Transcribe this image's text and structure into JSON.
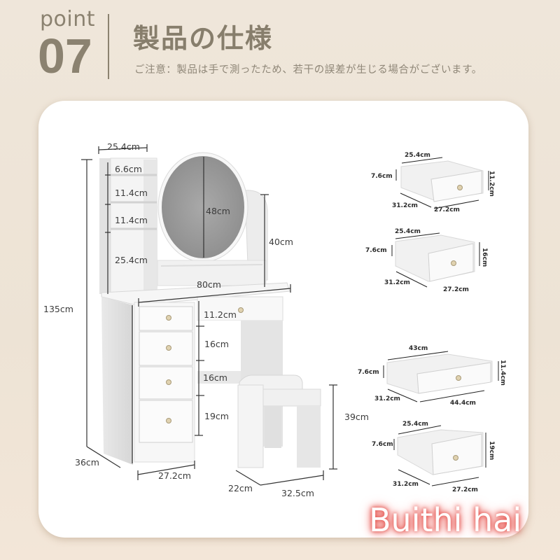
{
  "header": {
    "point_label": "point",
    "point_number": "07",
    "title": "製品の仕様",
    "note": "ご注意：製品は手で測ったため、若干の誤差が生じる場合がございます。"
  },
  "main_diagram": {
    "shelf_width": "25.4cm",
    "shelf_heights": [
      "6.6cm",
      "11.4cm",
      "11.4cm",
      "25.4cm"
    ],
    "mirror_height": "48cm",
    "mirror_frame_height": "40cm",
    "desk_width": "80cm",
    "total_height": "135cm",
    "drawer_heights": [
      "11.2cm",
      "16cm",
      "16cm",
      "19cm"
    ],
    "depth": "36cm",
    "cabinet_width": "27.2cm",
    "stool_height": "39cm",
    "stool_depth": "22cm",
    "stool_width": "32.5cm"
  },
  "drawers": [
    {
      "top_width": "25.4cm",
      "side_height": "7.6cm",
      "front_height": "11.2cm",
      "depth": "31.2cm",
      "front_width": "27.2cm"
    },
    {
      "top_width": "25.4cm",
      "side_height": "7.6cm",
      "front_height": "16cm",
      "depth": "31.2cm",
      "front_width": "27.2cm"
    },
    {
      "top_width": "43cm",
      "side_height": "7.6cm",
      "front_height": "11.4cm",
      "depth": "31.2cm",
      "front_width": "44.4cm"
    },
    {
      "top_width": "25.4cm",
      "side_height": "7.6cm",
      "front_height": "19cm",
      "depth": "31.2cm",
      "front_width": "27.2cm"
    }
  ],
  "watermark": "Buithi hai",
  "colors": {
    "background": "#efe6da",
    "header_text": "#8b8270",
    "card": "#ffffff",
    "watermark_glow": "#e24a44"
  }
}
